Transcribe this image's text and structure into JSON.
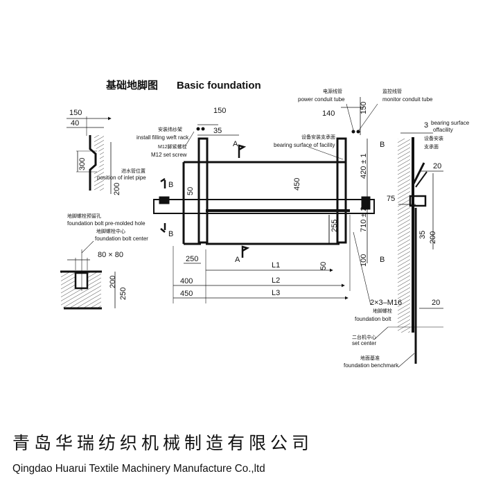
{
  "title": {
    "cn": "基础地脚图",
    "en": "Basic foundation"
  },
  "labels": {
    "install_cn": "安装纬纱架",
    "install_en": "install filling weft rack",
    "screw_cn": "M12脚紧螺栓",
    "screw_en": "M12 set screw",
    "inlet_cn": "进水管位置",
    "inlet_en": "position of inlet pipe",
    "power_cn": "电源线管",
    "power_en": "power conduit tube",
    "monitor_cn": "监控线管",
    "monitor_en": "monitor conduit tube",
    "bearing_cn": "设备安装支承面",
    "bearing_en": "bearing surface of facility",
    "bearing2_en": "bearing surface",
    "bearing2_en2": "offacility",
    "bearing2_cn1": "设备安装",
    "bearing2_cn2": "支承面",
    "premold_cn": "地脚螺栓预留孔",
    "premold_en": "foundation bolt pre-molded hole",
    "boltcenter_cn": "地脚螺栓中心",
    "boltcenter_en": "foundation bolt center",
    "bolt_spec": "2×3–M16",
    "bolt_cn": "地脚螺栓",
    "bolt_en": "foundation bolt",
    "setcenter_cn": "二台机中心",
    "setcenter_en": "set center",
    "benchmark_cn": "地面基准",
    "benchmark_en": "foundation benchmark",
    "section_a": "A",
    "section_b": "B"
  },
  "dims": {
    "d150a": "150",
    "d40": "40",
    "d300": "300",
    "d200a": "200",
    "d150b": "150",
    "d35": "35",
    "d50a": "50",
    "d450v": "450",
    "d140": "140",
    "d150c": "150",
    "d420": "420 ± 1",
    "d710": "710 ± 2",
    "d255": "255",
    "d100": "100",
    "d50b": "50",
    "d250h": "250",
    "d400": "400",
    "d450h": "450",
    "L1": "L1",
    "L2": "L2",
    "L3": "L3",
    "d80x80": "80 × 80",
    "d200b": "200",
    "d250v": "250",
    "d3": "3",
    "d20a": "20",
    "d75": "75",
    "d35b": "35",
    "d200c": "200",
    "d20b": "20"
  },
  "company": {
    "cn": "青岛华瑞纺织机械制造有限公司",
    "en": "Qingdao Huarui Textile Machinery Manufacture Co.,ltd"
  }
}
